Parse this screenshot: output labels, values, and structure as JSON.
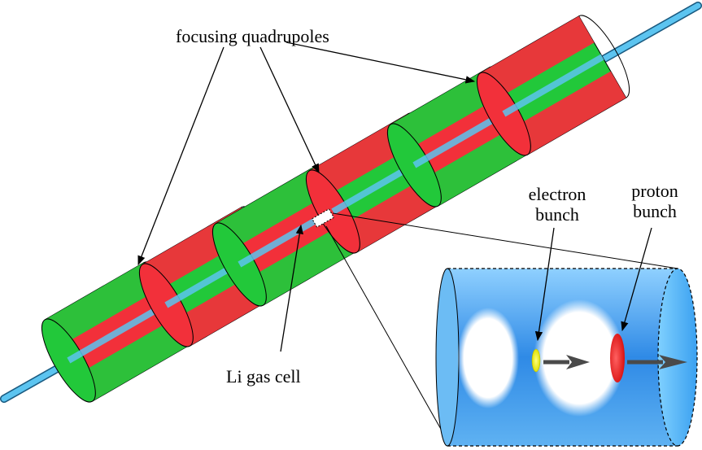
{
  "labels": {
    "focusing": "focusing quadrupoles",
    "cell": "Li gas cell",
    "electron_line1": "electron",
    "electron_line2": "bunch",
    "proton_line1": "proton",
    "proton_line2": "bunch"
  },
  "colors": {
    "quad_red": "#f2303a",
    "quad_green": "#22c83a",
    "beam_pipe": "#5cc4f0",
    "plasma_blue": "#4aa6ee",
    "electron": "#f0f000",
    "proton": "#e81f24",
    "arrow": "#4a4a4a"
  }
}
